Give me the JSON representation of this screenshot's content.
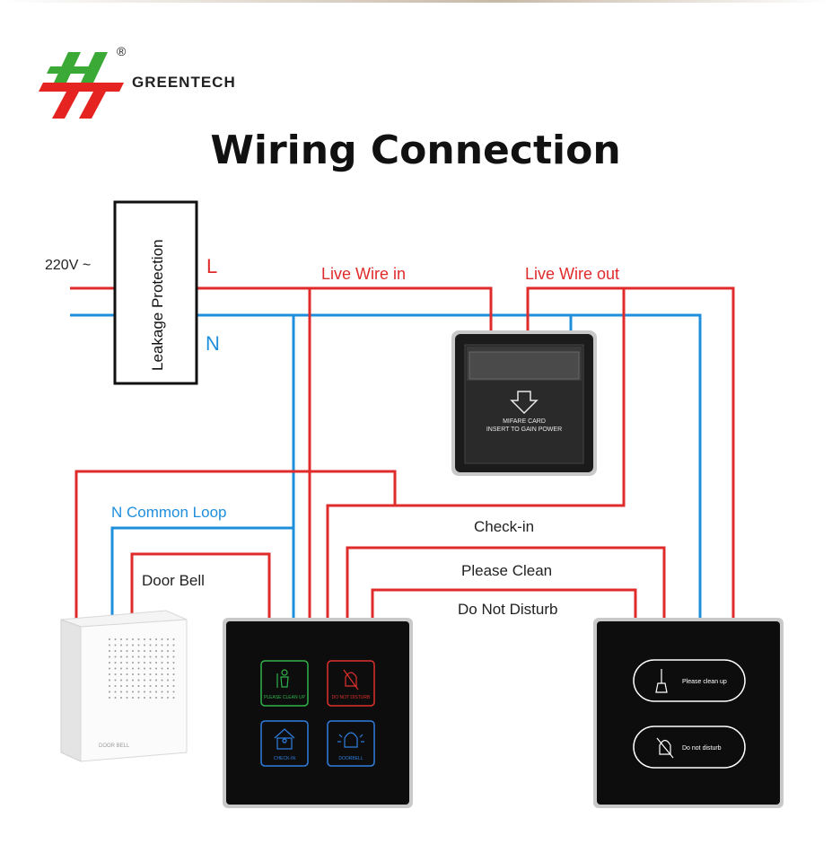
{
  "brand": {
    "name": "GREENTECH",
    "registered": "®"
  },
  "title": "Wiring Connection",
  "power": {
    "voltage": "220V ~",
    "leakage": "Leakage Protection",
    "L": "L",
    "N": "N"
  },
  "wire_labels": {
    "live_in": "Live Wire in",
    "live_out": "Live Wire out",
    "n_common": "N Common Loop",
    "door_bell": "Door Bell",
    "check_in": "Check-in",
    "please_clean": "Please Clean",
    "do_not_disturb": "Do Not Disturb"
  },
  "card_switch": {
    "line1": "MIFARE CARD",
    "line2": "INSERT TO GAIN POWER"
  },
  "doorbell_panel": {
    "buttons": [
      {
        "label": "PLEASE CLEAN UP",
        "color": "#2fb34a"
      },
      {
        "label": "DO NOT DISTURB",
        "color": "#e0302b"
      },
      {
        "label": "CHECK-IN",
        "color": "#2f7fe0"
      },
      {
        "label": "DOORBELL",
        "color": "#2f7fe0"
      }
    ]
  },
  "outdoor_panel": {
    "buttons": [
      {
        "label": "Please clean up"
      },
      {
        "label": "Do not disturb"
      }
    ]
  },
  "bell_box": {
    "label": "DOOR BELL"
  },
  "colors": {
    "live": "#e02b2b",
    "neutral": "#1f8fdc",
    "panel": "#111111"
  }
}
